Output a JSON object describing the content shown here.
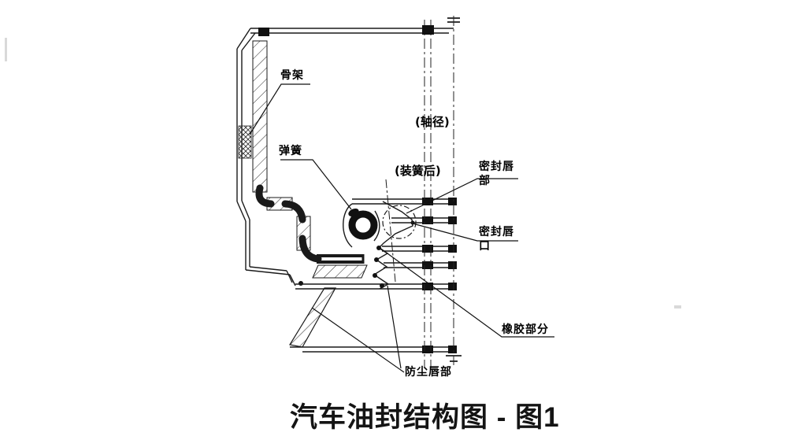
{
  "figure": {
    "caption": "汽车油封结构图 - 图1",
    "labels": {
      "skeleton": "骨架",
      "spring": "弹簧",
      "shaft_diameter": "(轴径)",
      "after_spring_fitted": "(装簧后)",
      "seal_lip_part": "密封唇部",
      "seal_lip_mouth": "密封唇口",
      "rubber_part": "橡胶部分",
      "dust_lip_part": "防尘唇部"
    },
    "colors": {
      "line": "#1a1a1a",
      "background": "#ffffff"
    }
  }
}
